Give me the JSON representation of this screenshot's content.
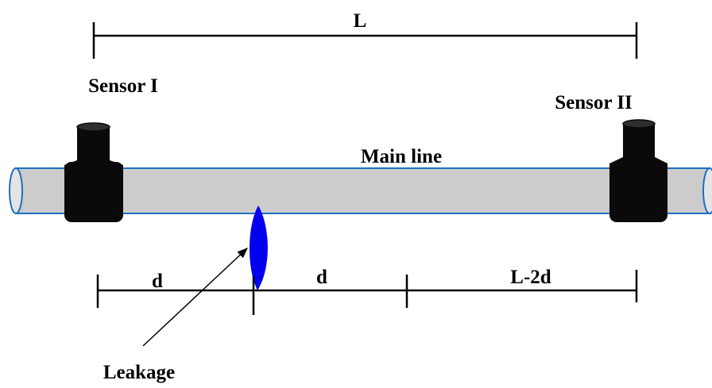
{
  "labels": {
    "total_length": "L",
    "sensor_1": "Sensor I",
    "sensor_2": "Sensor II",
    "pipe": "Main line",
    "dist_1": "d",
    "dist_2": "d",
    "dist_3": "L-2d",
    "leak": "Leakage"
  },
  "colors": {
    "pipe_fill": "#cccccc",
    "pipe_outline": "#1e6fc0",
    "sensor_body": "#0a0a0a",
    "leak": "#0000ee",
    "line": "#000000"
  }
}
